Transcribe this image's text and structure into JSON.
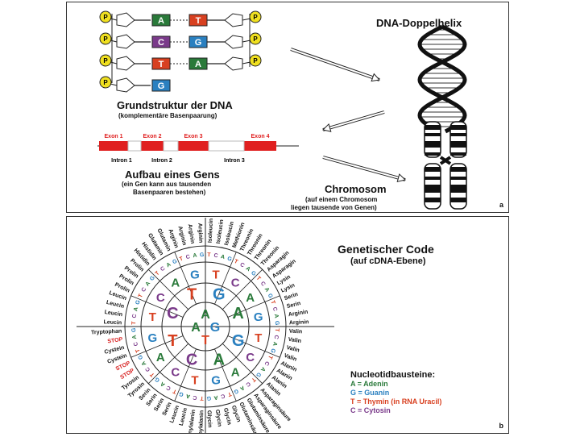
{
  "panel_a": {
    "dna_rows": [
      {
        "left": "A",
        "right": "T",
        "lc": "#2a7a3a",
        "rc": "#d84020"
      },
      {
        "left": "C",
        "right": "G",
        "lc": "#7a3a8a",
        "rc": "#2a80c0"
      },
      {
        "left": "T",
        "right": "A",
        "lc": "#d84020",
        "rc": "#2a7a3a"
      },
      {
        "left": "G",
        "right": "",
        "lc": "#2a80c0",
        "rc": ""
      }
    ],
    "phosphate_label": "P",
    "grund_title": "Grundstruktur der DNA",
    "grund_sub": "(komplementäre Basenpaarung)",
    "helix_title": "DNA-Doppelhelix",
    "exons": [
      "Exon 1",
      "Exon 2",
      "Exon 3",
      "Exon 4"
    ],
    "introns": [
      "Intron 1",
      "Intron 2",
      "Intron 3"
    ],
    "gene_title": "Aufbau eines Gens",
    "gene_sub_1": "(ein Gen kann aus tausenden",
    "gene_sub_2": "Basenpaaren bestehen)",
    "chrom_title": "Chromosom",
    "chrom_sub_1": "(auf einem  Chromosom",
    "chrom_sub_2": "liegen tausende  von Genen)",
    "letter": "a",
    "colors": {
      "exon": "#e02020",
      "phosphate": "#f0e020"
    }
  },
  "panel_b": {
    "code_title": "Genetischer Code",
    "code_sub": "(auf cDNA-Ebene)",
    "inner": [
      {
        "t": "G",
        "c": "#2a80c0"
      },
      {
        "t": "A",
        "c": "#2a7a3a"
      },
      {
        "t": "G",
        "c": "#2a80c0"
      },
      {
        "t": "A",
        "c": "#2a7a3a"
      },
      {
        "t": "C",
        "c": "#7a3a8a"
      },
      {
        "t": "T",
        "c": "#d84020"
      },
      {
        "t": "C",
        "c": "#7a3a8a"
      },
      {
        "t": "T",
        "c": "#d84020"
      }
    ],
    "ring2": [
      "T",
      "C",
      "A",
      "G",
      "T",
      "C",
      "A",
      "G",
      "T",
      "C",
      "A",
      "G",
      "T",
      "C",
      "A",
      "G"
    ],
    "ring3": "TCAGTCAGTCAGTCAGTCAGTCAGTCAGTCAGTCAGTCAGTCAGTCAGTCAGTCAGTCAGTCAG",
    "amino_acids": [
      "Phenylalanin",
      "Phenylalanin",
      "Leucin",
      "Leucin",
      "Serin",
      "Serin",
      "Serin",
      "Serin",
      "Tyrosin",
      "Tyrosin",
      "STOP",
      "STOP",
      "Cystein",
      "Cystein",
      "STOP",
      "Tryptophan",
      "Leucin",
      "Leucin",
      "Leucin",
      "Leucin",
      "Prolin",
      "Prolin",
      "Prolin",
      "Prolin",
      "Histidin",
      "Histidin",
      "Glutamin",
      "Glutamin",
      "Arginin",
      "Arginin",
      "Arginin",
      "Arginin",
      "Isoleucin",
      "Isoleucin",
      "Isoleucin",
      "Methionin",
      "Threonin",
      "Threonin",
      "Threonin",
      "Threonin",
      "Asparagin",
      "Asparagin",
      "Lysin",
      "Lysin",
      "Serin",
      "Serin",
      "Arginin",
      "Arginin",
      "Valin",
      "Valin",
      "Valin",
      "Valin",
      "Alanin",
      "Alanin",
      "Alanin",
      "Alanin",
      "Asparaginsäure",
      "Asparaginsäure",
      "Glutaminsäure",
      "Glutaminsäure",
      "Glycin",
      "Glycin",
      "Glycin",
      "Glycin"
    ],
    "legend_title": "Nucleotidbausteine:",
    "legend": [
      {
        "text": "A = Adenin",
        "color": "#2a7a3a"
      },
      {
        "text": "G = Guanin",
        "color": "#2a80c0"
      },
      {
        "text": "T = Thymin (in RNA Uracil)",
        "color": "#d84020"
      },
      {
        "text": "C = Cytosin",
        "color": "#7a3a8a"
      }
    ],
    "letter": "b",
    "stop_color": "#d82020"
  }
}
